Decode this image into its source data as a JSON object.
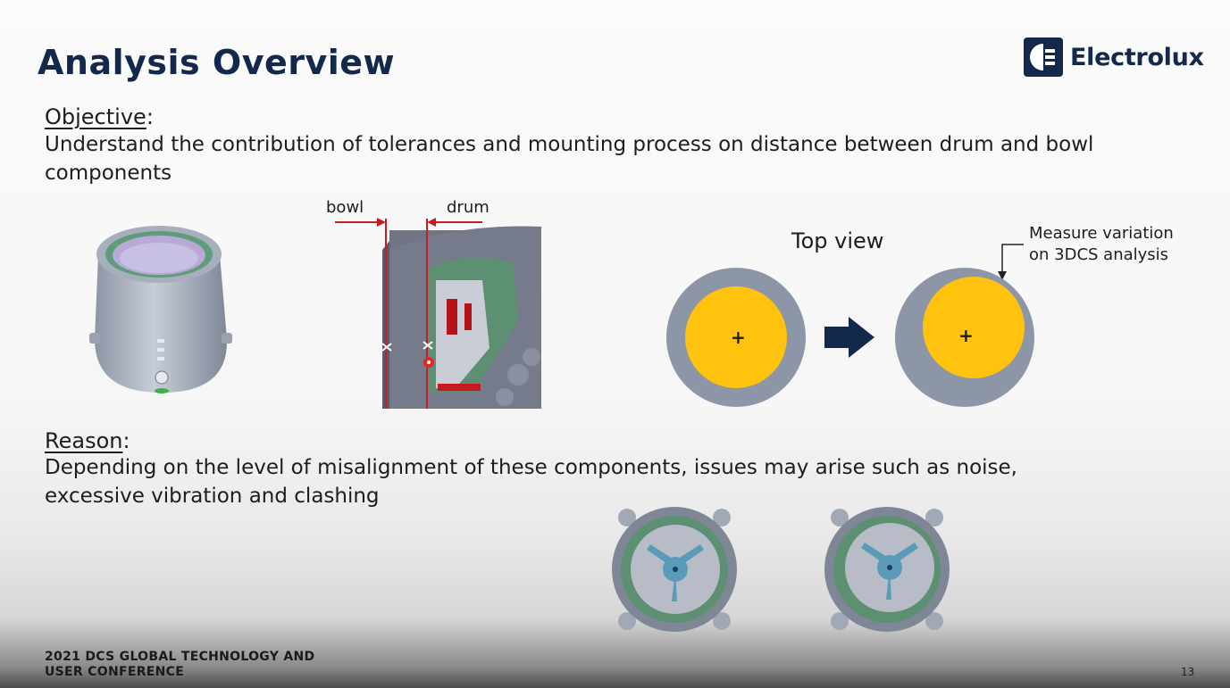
{
  "slide": {
    "title": "Analysis Overview",
    "brand": "Electrolux",
    "page_number": "13",
    "footer_line1": "2021 DCS GLOBAL TECHNOLOGY AND",
    "footer_line2": "USER CONFERENCE"
  },
  "objective": {
    "heading": "Objective",
    "colon": ":",
    "text": "Understand the contribution of tolerances and mounting process on distance between drum and bowl components"
  },
  "reason": {
    "heading": "Reason",
    "colon": ":",
    "text": "Depending on the level of misalignment of these components, issues may arise such as noise, excessive vibration and clashing"
  },
  "section_diagram": {
    "bowl_label": "bowl",
    "drum_label": "drum"
  },
  "top_view": {
    "label": "Top view",
    "annotation_line1": "Measure variation",
    "annotation_line2": "on 3DCS analysis",
    "center_mark": "+",
    "colors": {
      "outer": "#8d96a6",
      "inner": "#fec20f",
      "arrow": "#13294b"
    }
  }
}
